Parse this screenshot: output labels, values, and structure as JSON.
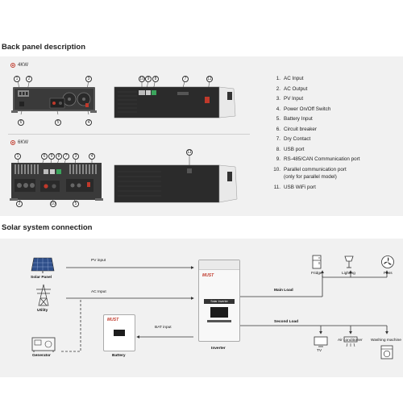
{
  "back_panel": {
    "title": "Back panel description",
    "model_4kw": "4KW",
    "model_6kw": "6KW",
    "callouts_4kw_top": [
      "1",
      "2",
      "3"
    ],
    "callouts_4kw_bottom": [
      "6",
      "5",
      "4"
    ],
    "callouts_4kw_side": [
      "10",
      "9",
      "8",
      "7",
      "11"
    ],
    "callouts_6kw_top": [
      "1",
      "6",
      "9",
      "8",
      "7",
      "3",
      "4"
    ],
    "callouts_6kw_bottom": [
      "2",
      "10",
      "5"
    ],
    "callouts_6kw_side": [
      "11"
    ],
    "legend": [
      {
        "num": "1.",
        "text": "AC Input"
      },
      {
        "num": "2.",
        "text": "AC Output"
      },
      {
        "num": "3.",
        "text": "PV Input"
      },
      {
        "num": "4.",
        "text": "Power On/Off Switch"
      },
      {
        "num": "5.",
        "text": "Battery Input"
      },
      {
        "num": "6.",
        "text": "Circuit breaker"
      },
      {
        "num": "7.",
        "text": "Dry Contact"
      },
      {
        "num": "8.",
        "text": "USB port"
      },
      {
        "num": "9.",
        "text": "RS-485/CAN Communication port"
      },
      {
        "num": "10.",
        "text": "Parallel communication port"
      },
      {
        "num": "",
        "text": "(only for parallel model)"
      },
      {
        "num": "11.",
        "text": "USB WiFi port"
      }
    ]
  },
  "solar_system": {
    "title": "Solar system connection",
    "sources": {
      "solar_panel": "Solar Panel",
      "utility": "Utility",
      "generator": "Generator"
    },
    "lines": {
      "pv_input": "PV input",
      "ac_input": "AC Input",
      "bat_input": "BAT input",
      "main_load": "Main Load",
      "second_load": "Second Load"
    },
    "inverter": {
      "label": "Inverter",
      "brand": "MUST",
      "badge": "Solar Inverter"
    },
    "battery": {
      "label": "Battery",
      "brand": "MUST"
    },
    "main_loads": [
      "Fridge",
      "Lighting",
      "Fans"
    ],
    "second_loads": [
      "TV",
      "Air conditioner",
      "Washing machine"
    ]
  },
  "colors": {
    "panel_bg": "#f1f1f1",
    "device_dark": "#2b2b2b",
    "device_mid": "#555555",
    "marker_red": "#c0392b",
    "brand_red": "#c0392b",
    "inverter_screen": "#1c1c1c",
    "diagram_line": "#333333"
  }
}
